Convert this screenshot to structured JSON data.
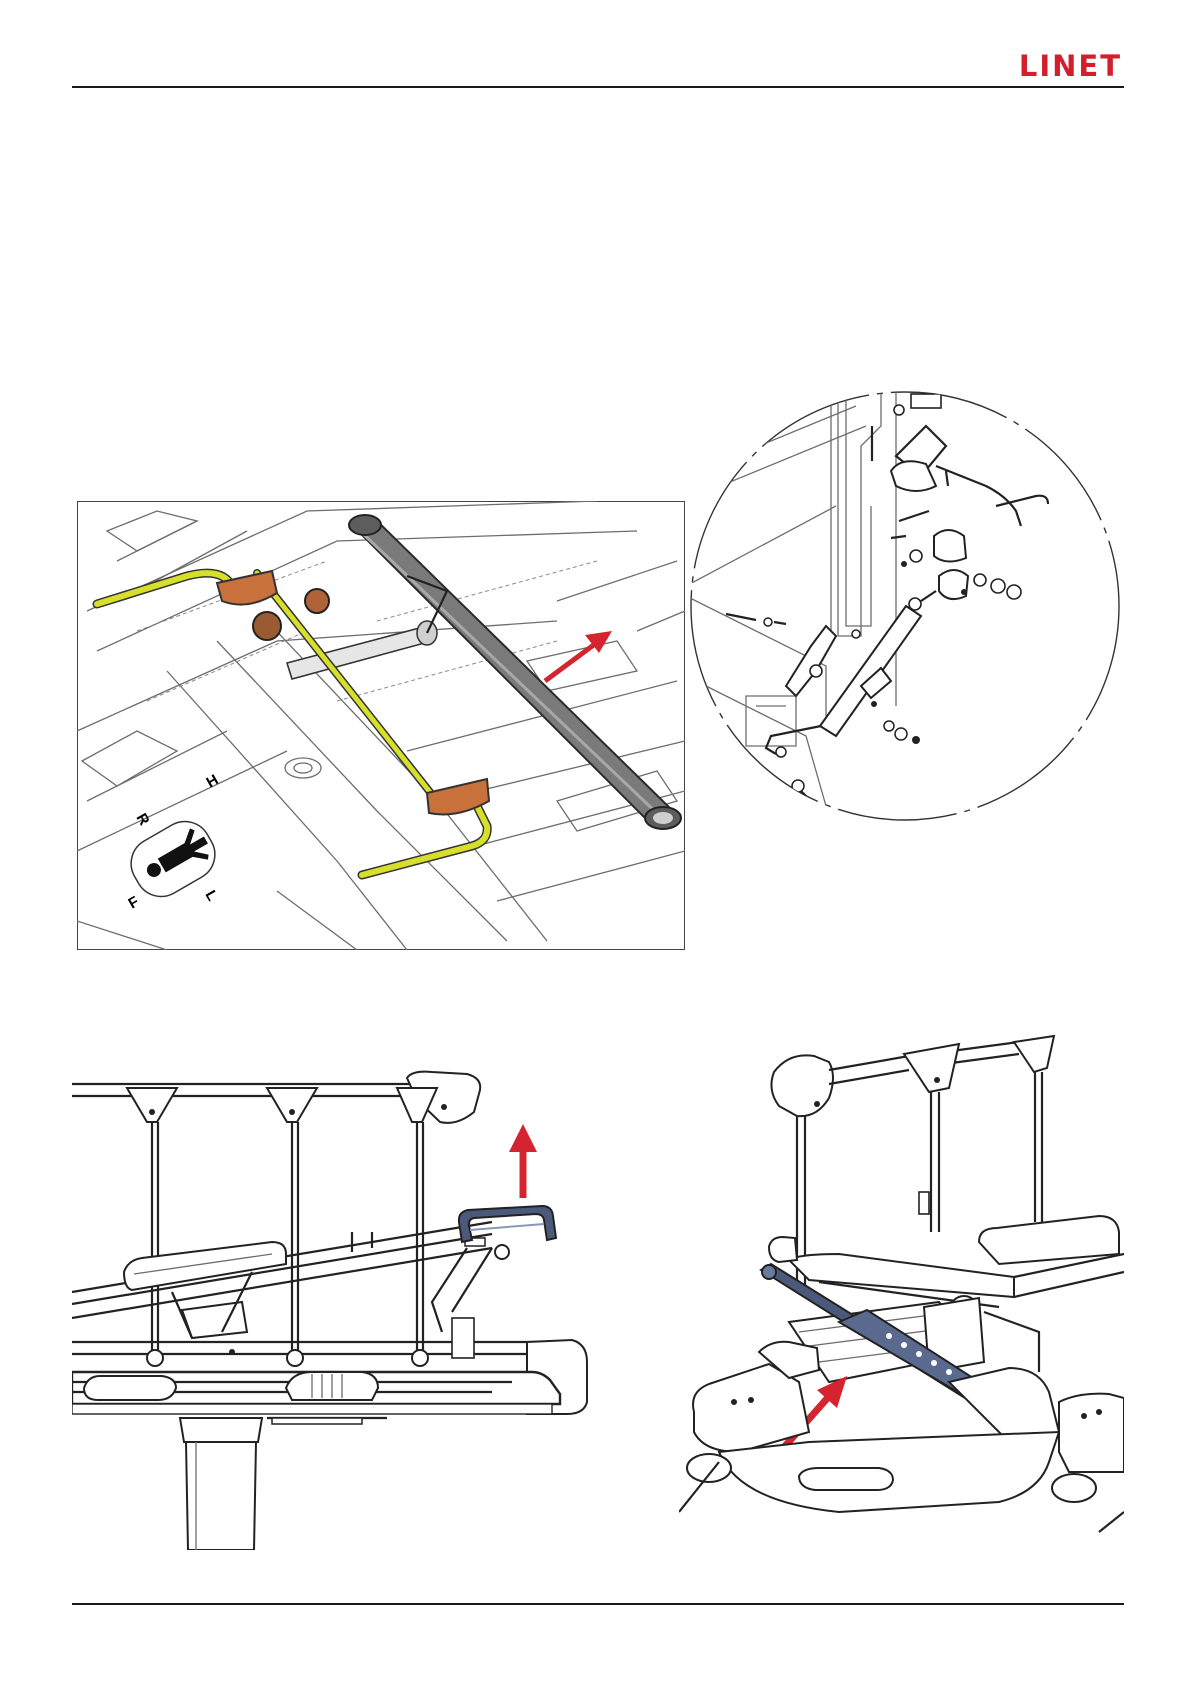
{
  "header": {
    "logo_text": "LINET"
  },
  "figure1": {
    "orientation_labels": {
      "head": "H",
      "right": "R",
      "left": "L",
      "foot": "F"
    }
  },
  "colors": {
    "brand": "#d21f2b",
    "arrow": "#d32430",
    "yellow_rod": "#d6e02a",
    "gray_bar": "#7a7a7a",
    "blue_handle": "#4b5a7a",
    "orange_bracket": "#c9713a"
  },
  "icons": [
    "patient-orientation-icon",
    "red-arrow-icon"
  ]
}
